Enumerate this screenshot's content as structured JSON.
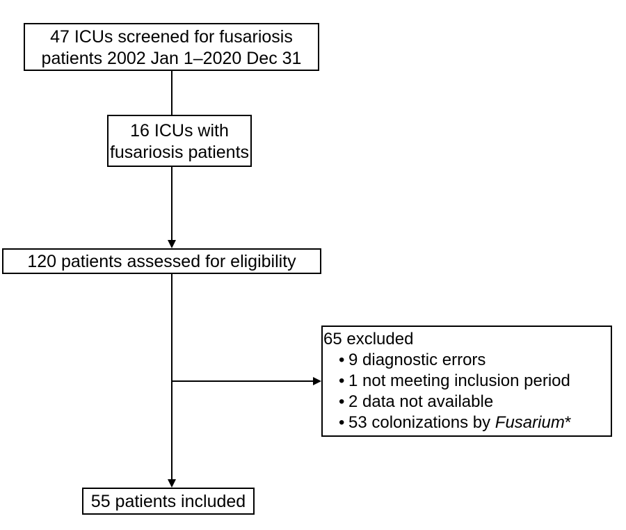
{
  "boxes": {
    "screened": {
      "lines": [
        "47 ICUs screened for fusariosis",
        "patients 2002 Jan 1–2020 Dec 31"
      ]
    },
    "with_patients": {
      "lines": [
        "16 ICUs with",
        "fusariosis patients"
      ]
    },
    "assessed": {
      "text": "120 patients assessed for eligibility"
    },
    "excluded": {
      "title": "65 excluded",
      "bullet": "•",
      "items": [
        {
          "text": "9 diagnostic errors"
        },
        {
          "text": "1 not meeting inclusion period"
        },
        {
          "text": "2 data not available"
        },
        {
          "text": "53 colonizations by ",
          "italic": "Fusarium",
          "suffix": "*"
        }
      ]
    },
    "included": {
      "text": "55 patients included"
    }
  },
  "colors": {
    "line": "#000000",
    "background": "#ffffff"
  }
}
